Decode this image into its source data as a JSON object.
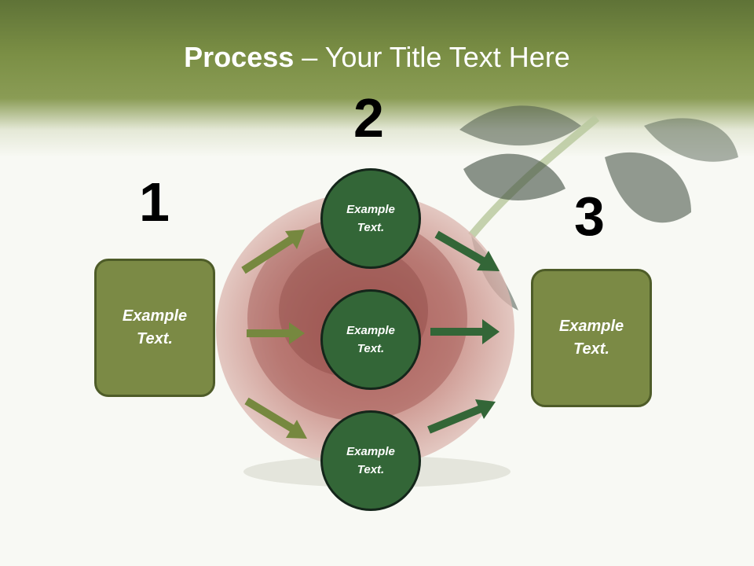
{
  "slide": {
    "title_bold": "Process",
    "title_rest": " – Your Title Text Here"
  },
  "steps": [
    {
      "number": "1",
      "label": "Example Text."
    },
    {
      "number": "2",
      "labels": [
        "Example Text.",
        "Example Text.",
        "Example Text."
      ]
    },
    {
      "number": "3",
      "label": "Example Text."
    }
  ],
  "colors": {
    "header_green": "#7b8f45",
    "box_fill": "#7b8a45",
    "circle_fill": "#336637",
    "arrow_light": "#76883f",
    "arrow_dark": "#336637"
  },
  "background_image": "red-rose"
}
